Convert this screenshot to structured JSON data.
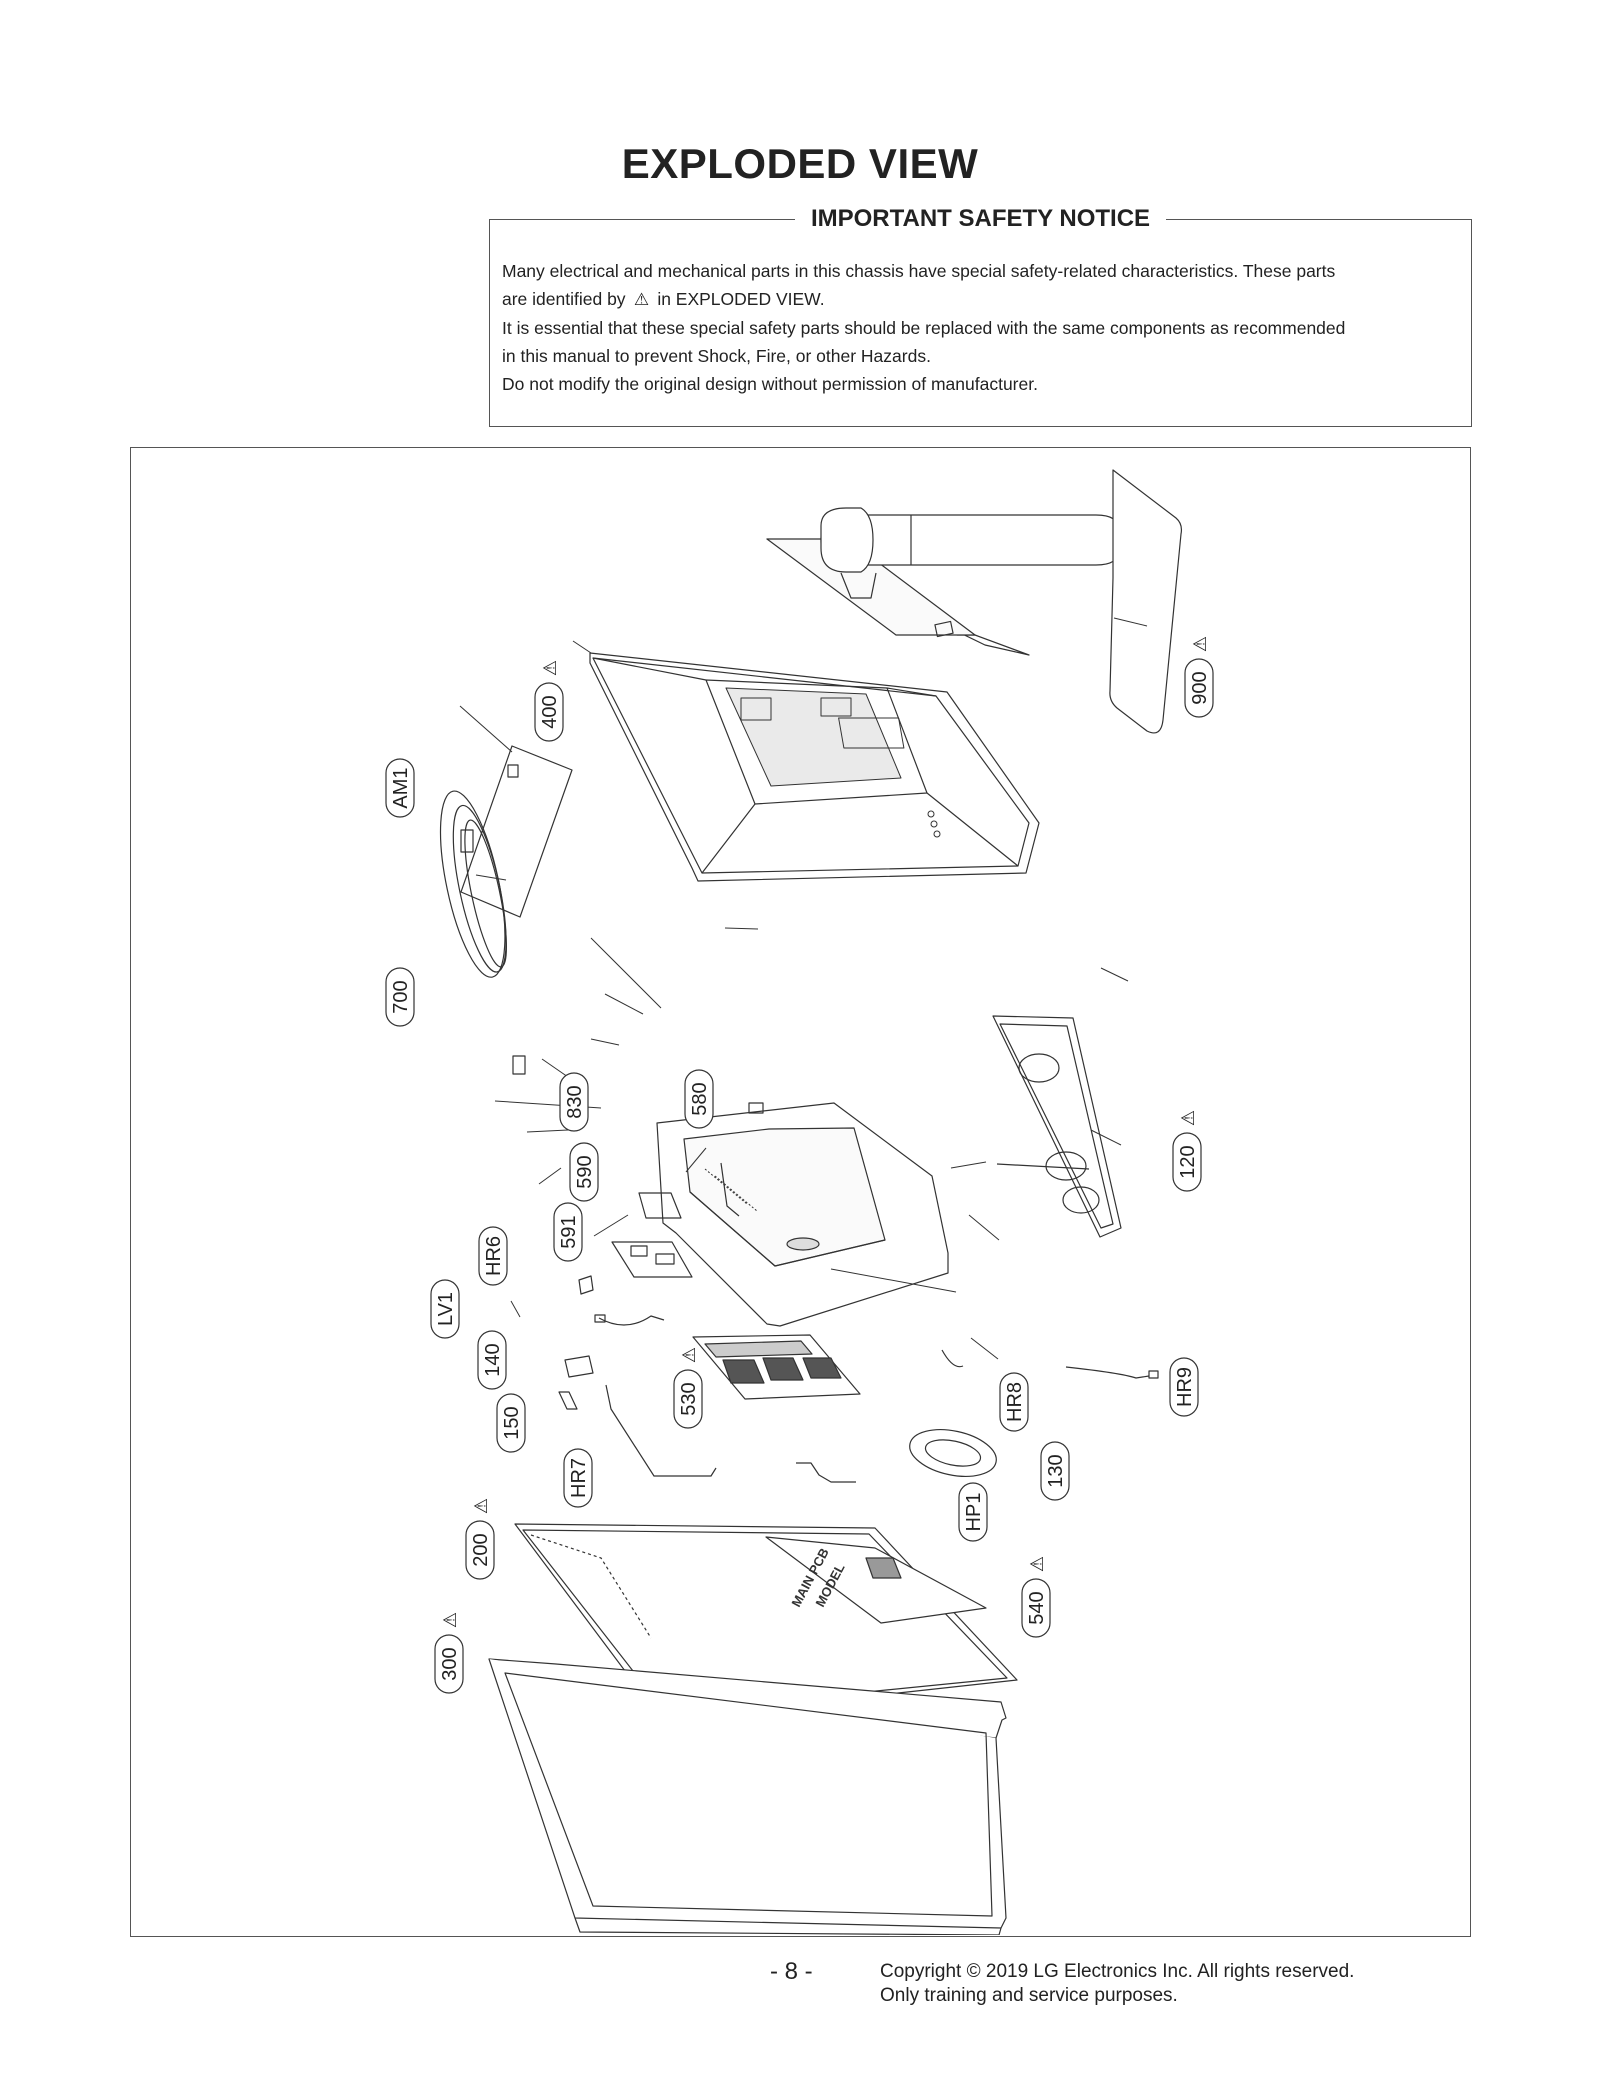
{
  "page": {
    "title": "EXPLODED VIEW",
    "page_number": "- 8 -",
    "copyright_line1": "Copyright © 2019 LG Electronics Inc. All rights reserved.",
    "copyright_line2": "Only training and service purposes."
  },
  "notice": {
    "title": "IMPORTANT SAFETY NOTICE",
    "line1": "Many electrical and mechanical parts in this chassis have special safety-related characteristics. These parts",
    "line2_before_icon": "are identified by",
    "warning_symbol": "⚠",
    "line2_after_icon": "in EXPLODED VIEW.",
    "line3": "It is essential that these special safety parts should be replaced with the same components as recommended",
    "line4": "in this manual to prevent Shock, Fire, or other Hazards.",
    "line5": "Do not modify the original design without permission of manufacturer."
  },
  "diagram": {
    "warning_symbol": "⚠",
    "callouts": [
      {
        "id": "900",
        "safety": true
      },
      {
        "id": "400",
        "safety": true
      },
      {
        "id": "AM1",
        "safety": false
      },
      {
        "id": "700",
        "safety": false
      },
      {
        "id": "830",
        "safety": false
      },
      {
        "id": "580",
        "safety": false
      },
      {
        "id": "120",
        "safety": true
      },
      {
        "id": "590",
        "safety": false
      },
      {
        "id": "591",
        "safety": false
      },
      {
        "id": "HR6",
        "safety": false
      },
      {
        "id": "LV1",
        "safety": false
      },
      {
        "id": "140",
        "safety": false
      },
      {
        "id": "530",
        "safety": true
      },
      {
        "id": "HR8",
        "safety": false
      },
      {
        "id": "HR9",
        "safety": false
      },
      {
        "id": "150",
        "safety": false
      },
      {
        "id": "HR7",
        "safety": false
      },
      {
        "id": "130",
        "safety": false
      },
      {
        "id": "HP1",
        "safety": false
      },
      {
        "id": "200",
        "safety": true
      },
      {
        "id": "540",
        "safety": true
      },
      {
        "id": "300",
        "safety": true
      }
    ],
    "pcb_labels": [
      "MAIN PCB",
      "MODEL"
    ]
  }
}
